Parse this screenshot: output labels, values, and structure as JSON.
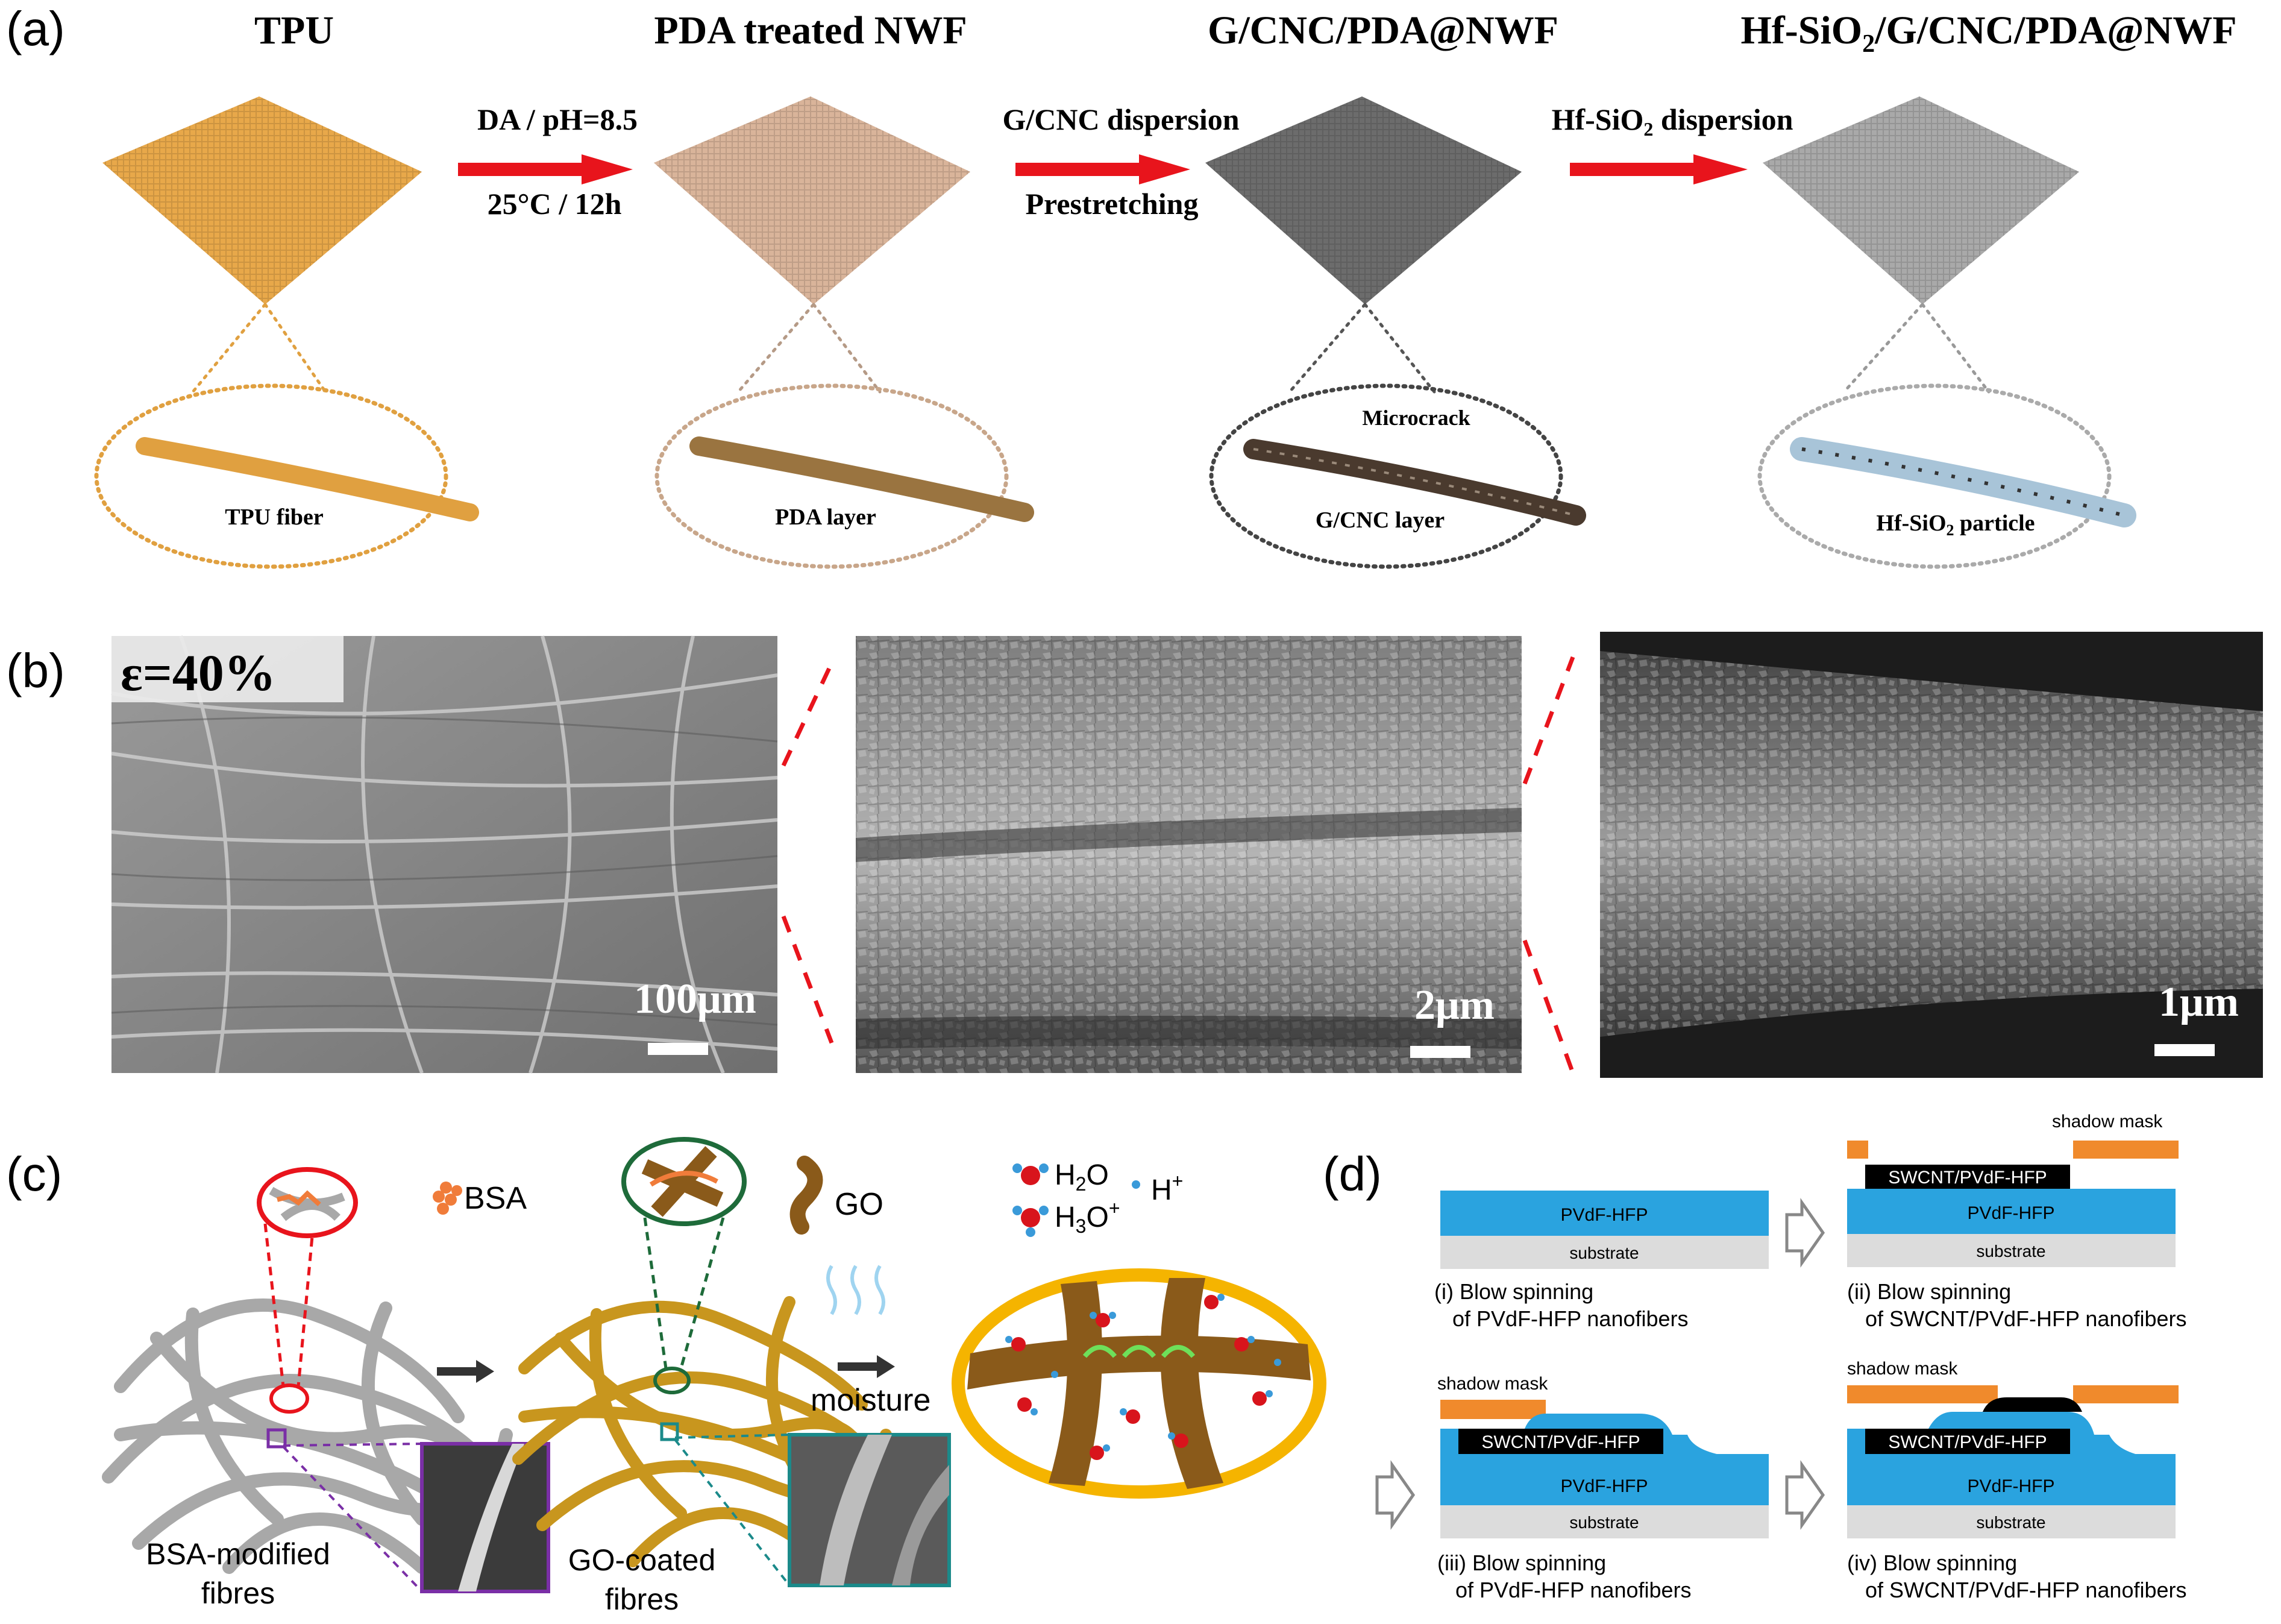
{
  "panels": {
    "a": {
      "label": "(a)",
      "stages": [
        {
          "title": "TPU",
          "color": "#e8a84a",
          "fiber_color": "#e0a040",
          "inset_label": "TPU fiber"
        },
        {
          "title": "PDA treated NWF",
          "color": "#d9b49a",
          "fiber_color": "#9a7440",
          "inset_label": "PDA layer"
        },
        {
          "title": "G/CNC/PDA@NWF",
          "color": "#6c6c6c",
          "fiber_color": "#4a3a2e",
          "inset_label": "G/CNC layer",
          "inset_label2": "Microcrack"
        },
        {
          "title_main": "Hf-SiO",
          "title_sub": "2",
          "title_tail": "/G/CNC/PDA@NWF",
          "color": "#a9a9a9",
          "fiber_color": "#a8c4d8",
          "inset_label_main": "Hf-SiO",
          "inset_label_sub": "2",
          "inset_label_tail": " particle"
        }
      ],
      "arrows": [
        {
          "top": "DA / pH=8.5",
          "bottom": "25°C / 12h"
        },
        {
          "top": "G/CNC dispersion",
          "bottom": "Prestretching"
        },
        {
          "top_main": "Hf-SiO",
          "top_sub": "2",
          "top_tail": " dispersion",
          "bottom": ""
        }
      ],
      "arrow_color": "#e8141c"
    },
    "b": {
      "label": "(b)",
      "strain_label": "ε=40%",
      "scale_bars": [
        "100μm",
        "2μm",
        "1μm"
      ]
    },
    "c": {
      "label": "(c)",
      "bsa_legend": "BSA",
      "go_legend": "GO",
      "h2o_main": "H",
      "h2o_sub": "2",
      "h2o_tail": "O",
      "hplus_main": "H",
      "hplus_sup": "+",
      "h3o_main": "H",
      "h3o_sub": "3",
      "h3o_mid": "O",
      "h3o_sup": "+",
      "moisture": "moisture",
      "left_caption": [
        "BSA-modified",
        "fibres"
      ],
      "mid_caption": [
        "GO-coated",
        "fibres"
      ],
      "colors": {
        "bsa": "#f07c3a",
        "go": "#8a5a1a",
        "gray_fiber": "#a8a8a8",
        "gold_fiber": "#c8961e",
        "ring": "#f5b400"
      }
    },
    "d": {
      "label": "(d)",
      "layers": {
        "pvdf": "PVdF-HFP",
        "substrate": "substrate",
        "swcnt": "SWCNT/PVdF-HFP",
        "mask": "shadow mask"
      },
      "colors": {
        "pvdf": "#2aa3df",
        "substrate": "#dcdcdc",
        "swcnt": "#000000",
        "mask": "#f08a2c"
      },
      "steps": [
        {
          "line1": "(i) Blow spinning",
          "line2": "of PVdF-HFP nanofibers"
        },
        {
          "line1": "(ii) Blow spinning",
          "line2": "of SWCNT/PVdF-HFP nanofibers"
        },
        {
          "line1": "(iii) Blow spinning",
          "line2": "of PVdF-HFP nanofibers"
        },
        {
          "line1": "(iv) Blow spinning",
          "line2": "of SWCNT/PVdF-HFP nanofibers"
        }
      ]
    }
  }
}
